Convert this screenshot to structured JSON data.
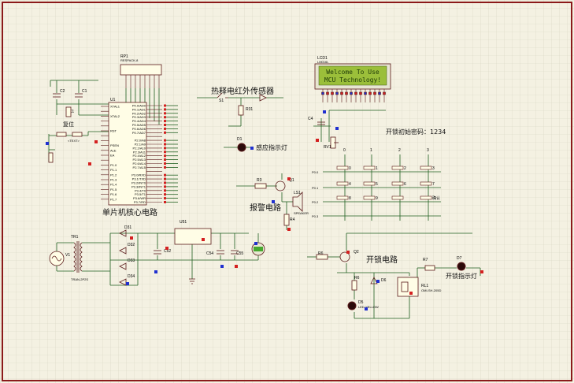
{
  "titles": {
    "infrared": "热释电红外传感器",
    "sense_light": "感应指示灯",
    "mcu_core": "单片机核心电路",
    "alarm": "报警电路",
    "unlock": "开锁电路",
    "unlock_light": "开锁指示灯",
    "init_password": "开锁初始密码：1234",
    "reset": "复位"
  },
  "lcd": {
    "ref": "LCD1",
    "part": "LM016L",
    "line1": "Welcome To Use",
    "line2": "MCU Technology!"
  },
  "refs": {
    "rp1": "RP1",
    "rp1_part": "RESPACK-8",
    "u1": "U1",
    "c1": "C1",
    "c2": "C2",
    "x1": "X1",
    "s1": "S1",
    "r31": "R31",
    "d1": "D1",
    "r3": "R3",
    "q1": "Q1",
    "ls1": "LS1",
    "r4": "R4",
    "c4": "C4",
    "rv1": "RV1",
    "tr1": "TR1",
    "v1": "V1",
    "d31": "D31",
    "d32": "D32",
    "d33": "D33",
    "d34": "D34",
    "u51": "U51",
    "c52": "C52",
    "c54": "C54",
    "c55": "C55",
    "r6": "R6",
    "q2": "Q2",
    "r7": "R7",
    "d7": "D7",
    "d6": "D6",
    "d5": "D5",
    "rl1": "RL1",
    "r8": "R8",
    "transformer": "TRAN-2P2S",
    "speaker": "SPEAKER",
    "led_yellow": "LED-YELLOW",
    "relay": "OMI-SH-205D",
    "text_tag": "<TEXT>"
  },
  "keypad": {
    "cols": [
      "0",
      "1",
      "2",
      "3"
    ],
    "keys": [
      "0",
      "1",
      "2",
      "3",
      "4",
      "5",
      "6",
      "7",
      "8",
      "9",
      "",
      "确认"
    ],
    "rows": [
      "P0.0",
      "P0.1",
      "P0.2",
      "P0.3"
    ]
  },
  "mcu_pins_left": [
    "XTAL1",
    "",
    "XTAL2",
    "",
    "",
    "RST",
    "",
    "",
    "PSEN",
    "ALE",
    "EA",
    "",
    "P1.0",
    "P1.1",
    "P1.2",
    "P1.3",
    "P1.4",
    "P1.5",
    "P1.6",
    "P1.7"
  ],
  "mcu_pins_right": [
    "P0.0/AD0",
    "P0.1/AD1",
    "P0.2/AD2",
    "P0.3/AD3",
    "P0.4/AD4",
    "P0.5/AD5",
    "P0.6/AD6",
    "P0.7/AD7",
    "",
    "P2.0/A8",
    "P2.1/A9",
    "P2.2/A10",
    "P2.3/A11",
    "P2.4/A12",
    "P2.5/A13",
    "P2.6/A14",
    "P2.7/A15",
    "",
    "P3.0/RXD",
    "P3.1/TXD",
    "P3.2/INT0",
    "P3.3/INT1",
    "P3.4/T0",
    "P3.5/T1",
    "P3.6/WR",
    "P3.7/RD"
  ],
  "colors": {
    "background": "#f4f1e2",
    "grid": "#d6d3c2",
    "border": "#8b1a1a",
    "wire": "#1f5f1f",
    "component": "#5a1a1a",
    "lcd": "#9bbf3a"
  }
}
